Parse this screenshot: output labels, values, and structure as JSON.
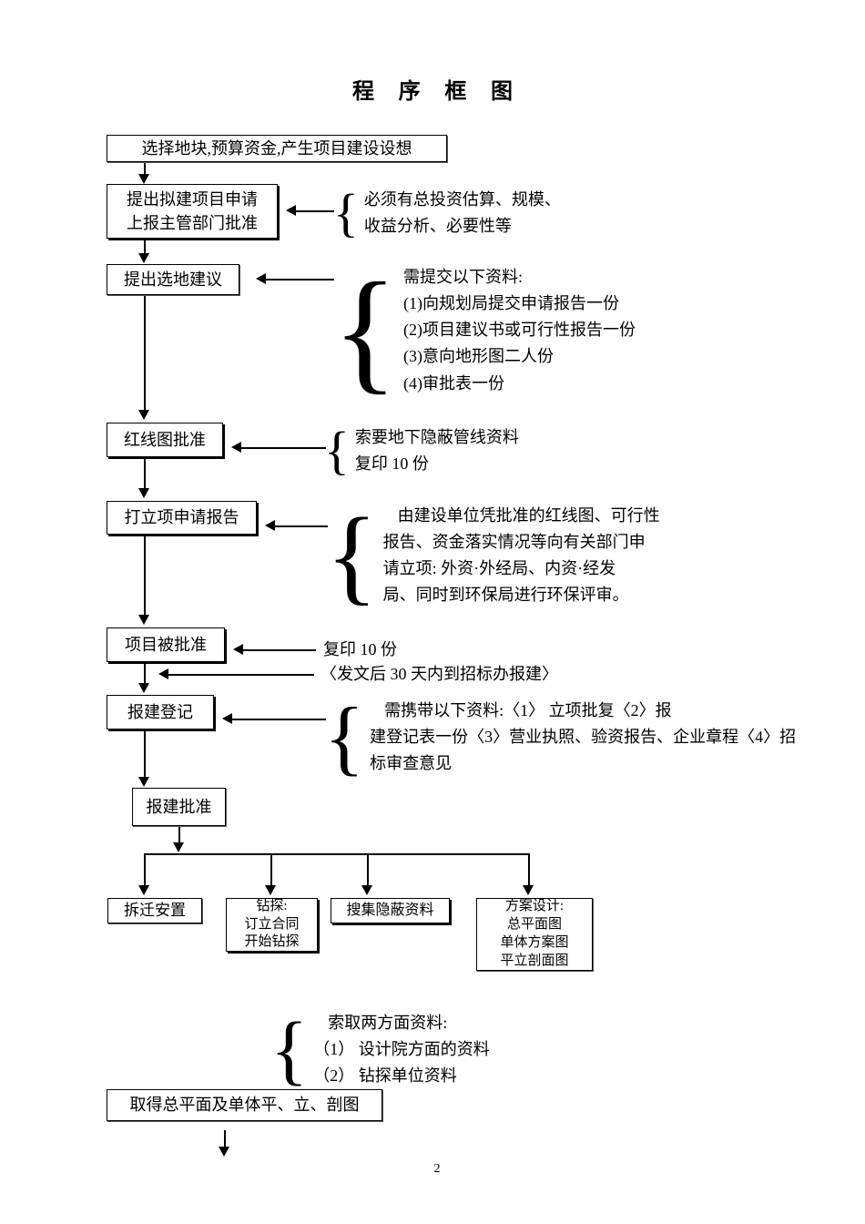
{
  "document": {
    "title": "程 序 框 图",
    "page_number": "2"
  },
  "nodes": {
    "start": {
      "line1": "选择地块,预算资金,产生项目建设设想"
    },
    "apply": {
      "line1": "提出拟建项目申请",
      "line2": "上报主管部门批准"
    },
    "site_proposal": {
      "line1": "提出选地建议"
    },
    "redline": {
      "line1": "红线图批准"
    },
    "project_report": {
      "line1": "打立项申请报告"
    },
    "approved": {
      "line1": "项目被批准"
    },
    "register": {
      "line1": "报建登记"
    },
    "register_approved": {
      "line1": "报建批准"
    },
    "relocation": {
      "line1": "拆迁安置"
    },
    "drilling": {
      "line1": "钻探:",
      "line2": "订立合同",
      "line3": "开始钻探"
    },
    "collect_data": {
      "line1": "搜集隐蔽资料"
    },
    "scheme_design": {
      "line1": "方案设计:",
      "line2": "总平面图",
      "line3": "单体方案图",
      "line4": "平立剖面图"
    },
    "final_drawings": {
      "line1": "取得总平面及单体平、立、剖图"
    }
  },
  "annotations": {
    "apply_note": {
      "line1": "必须有总投资估算、规模、",
      "line2": "收益分析、必要性等"
    },
    "site_note": {
      "line1": "需提交以下资料:",
      "line2": "(1)向规划局提交申请报告一份",
      "line3": "(2)项目建议书或可行性报告一份",
      "line4": "(3)意向地形图二人份",
      "line5": "(4)审批表一份"
    },
    "redline_note": {
      "line1": "索要地下隐蔽管线资料",
      "line2": "复印 10 份"
    },
    "project_report_note": {
      "line1": "由建设单位凭批准的红线图、可行性",
      "line2": "报告、资金落实情况等向有关部门申",
      "line3": "请立项: 外资·外经局、内资·经发",
      "line4": "局、同时到环保局进行环保评审。"
    },
    "approved_note": {
      "line1": "复印 10 份"
    },
    "deadline_note": {
      "line1": "〈发文后 30 天内到招标办报建〉"
    },
    "register_note": {
      "line1": "需携带以下资料:〈1〉 立项批复〈2〉报",
      "line2": "建登记表一份〈3〉营业执照、验资报告、企业章程〈4〉招",
      "line3": "标审查意见"
    },
    "data_note": {
      "line1": "索取两方面资料:",
      "line2": "（1）  设计院方面的资料",
      "line3": "（2）  钻探单位资料"
    }
  },
  "colors": {
    "ink": "#000000",
    "paper": "#ffffff"
  }
}
